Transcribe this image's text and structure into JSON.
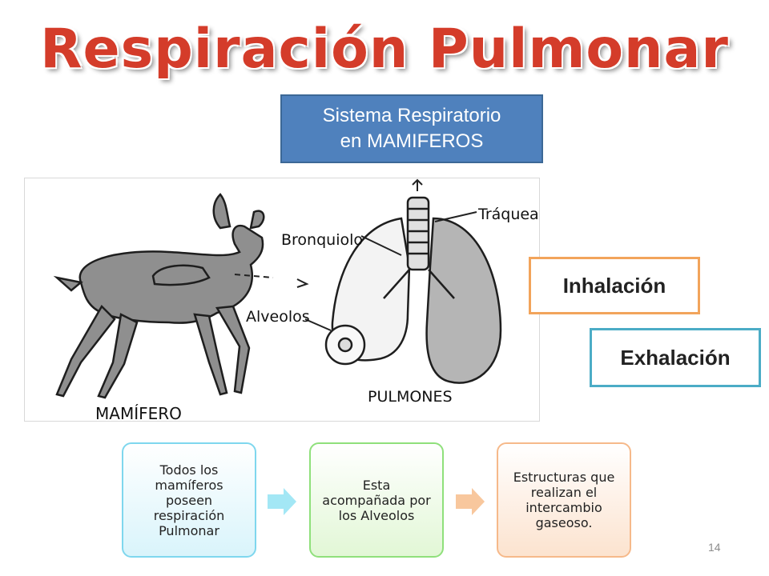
{
  "title": "Respiración Pulmonar",
  "system_box": {
    "line1": "Sistema Respiratorio",
    "line2": "en MAMIFEROS"
  },
  "image_labels": {
    "mamifero": "MAMÍFERO",
    "pulmones": "PULMONES",
    "traquea": "Tráquea",
    "bronquiolo": "Bronquiolo",
    "alveolos": "Alveolos"
  },
  "phases": {
    "inhalacion": "Inhalación",
    "exhalacion": "Exhalación"
  },
  "flow": [
    {
      "text": "Todos los mamíferos poseen respiración Pulmonar"
    },
    {
      "text": "Esta acompañada por los Alveolos"
    },
    {
      "text": "Estructuras que realizan el intercambio gaseoso."
    }
  ],
  "colors": {
    "title": "#d43c2a",
    "system_box": "#4f81bd",
    "inhalacion_border": "#f2a45b",
    "exhalacion_border": "#4bacc6"
  },
  "slide_number": "14"
}
